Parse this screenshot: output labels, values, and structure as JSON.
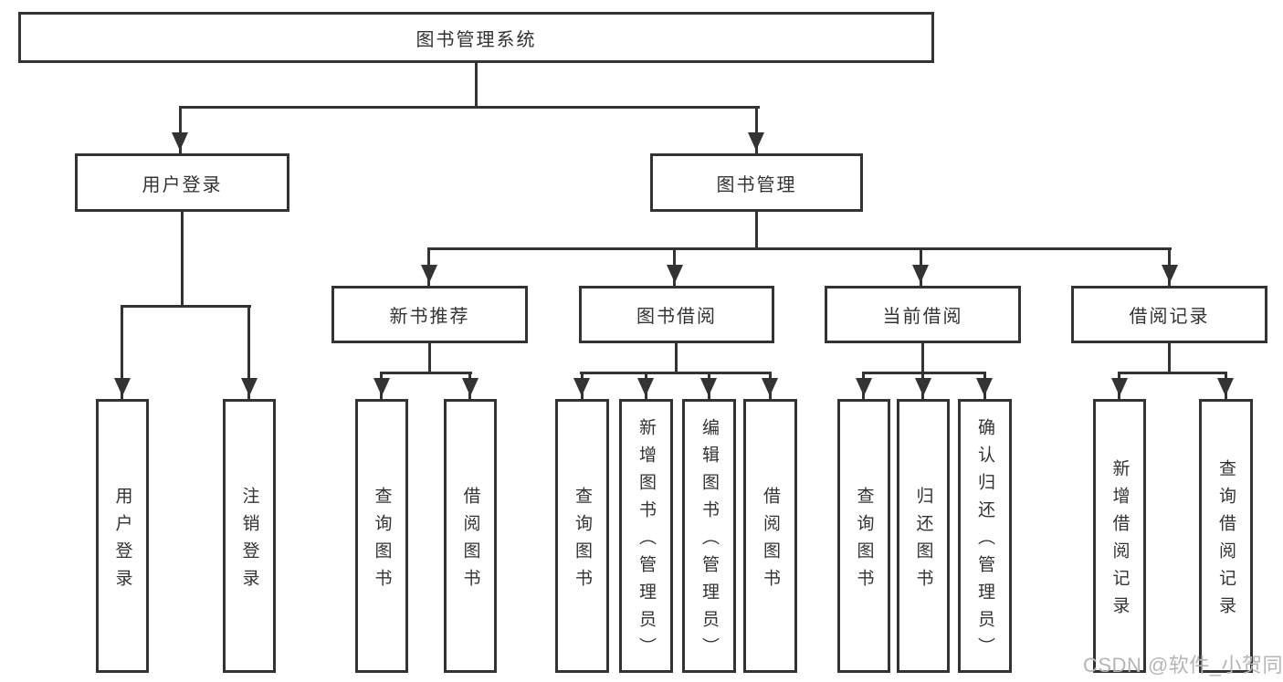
{
  "tree": {
    "root": {
      "label": "图书管理系统"
    },
    "level2": [
      {
        "label": "用户登录",
        "leaves": [
          {
            "label": "用户登录"
          },
          {
            "label": "注销登录"
          }
        ]
      },
      {
        "label": "图书管理",
        "groups": [
          {
            "label": "新书推荐",
            "leaves": [
              {
                "label": "查询图书"
              },
              {
                "label": "借阅图书"
              }
            ]
          },
          {
            "label": "图书借阅",
            "leaves": [
              {
                "label": "查询图书"
              },
              {
                "label": "新增图书（管理员）"
              },
              {
                "label": "编辑图书（管理员）"
              },
              {
                "label": "借阅图书"
              }
            ]
          },
          {
            "label": "当前借阅",
            "leaves": [
              {
                "label": "查询图书"
              },
              {
                "label": "归还图书"
              },
              {
                "label": "确认归还（管理员）"
              }
            ]
          },
          {
            "label": "借阅记录",
            "leaves": [
              {
                "label": "新增借阅记录"
              },
              {
                "label": "查询借阅记录"
              }
            ]
          }
        ]
      }
    ]
  },
  "watermark": {
    "text": "CSDN @软件_小贺同学"
  },
  "colors": {
    "line": "#333333",
    "text": "#333333",
    "box_fill": "#ffffff",
    "background": "#ffffff",
    "watermark": "#b5b5b5"
  }
}
